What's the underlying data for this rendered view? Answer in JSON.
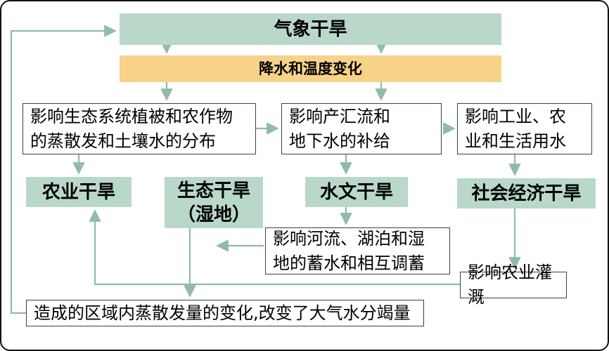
{
  "figure": {
    "type": "flowchart",
    "language": "zh",
    "colors": {
      "drought_box": "#b9d8c9",
      "driver_box": "#f6d389",
      "process_box_border": "#3f3f3f",
      "connector": "#8fbcaa",
      "frame_border": "#111111"
    },
    "nodes": {
      "meteorological": "气象干旱",
      "precip_temp": "降水和温度变化",
      "eco_vegetation": "影响生态系统植被和农作物\n的蒸散发和土壤水的分布",
      "runoff_groundwater": "影响产汇流和\n地下水的补给",
      "industry_water": "影响工业、农\n业和生活用水",
      "agricultural_drought": "农业干旱",
      "ecological_drought": "生态干旱\n（湿地）",
      "hydrological_drought": "水文干旱",
      "socioeconomic_drought": "社会经济干旱",
      "rivers_lakes": "影响河流、湖泊和湿\n地的蓄水和相互调蓄",
      "irrigation": "影响农业灌溉",
      "evapotranspiration_change": "造成的区域内蒸散发量的变化,改变了大气水分竭量"
    }
  }
}
